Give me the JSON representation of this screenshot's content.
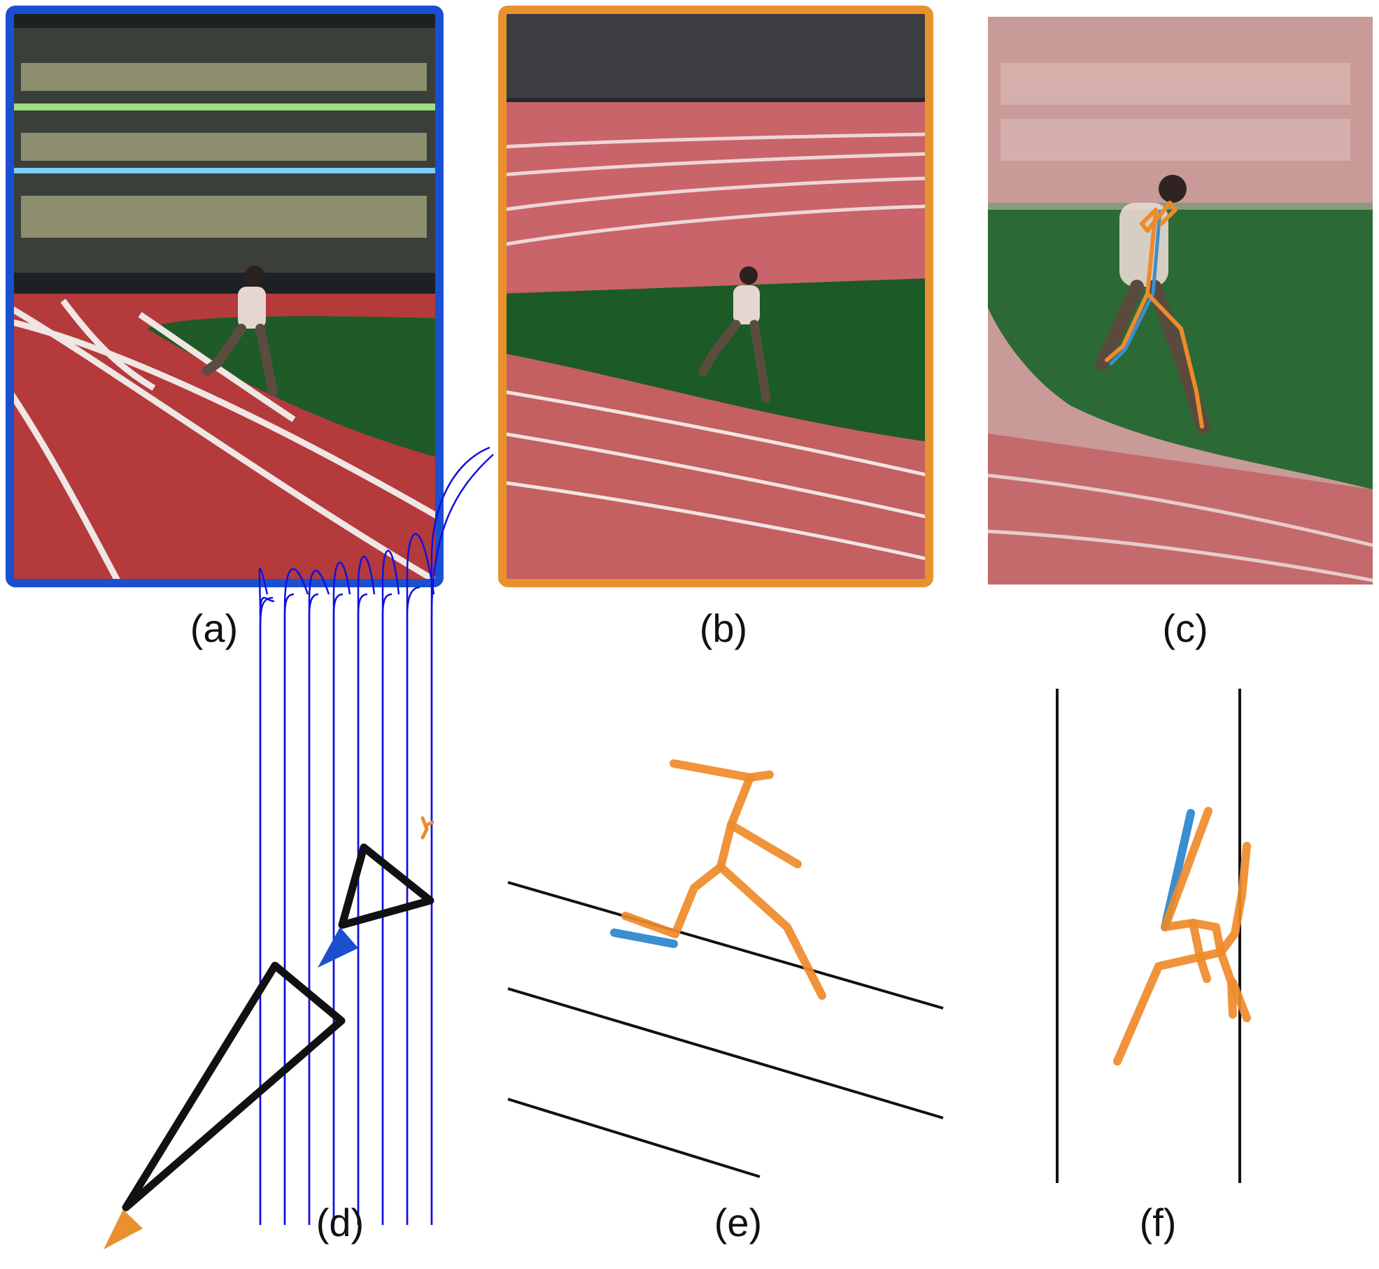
{
  "figure": {
    "panels": [
      {
        "id": "a",
        "label": "(a)"
      },
      {
        "id": "b",
        "label": "(b)"
      },
      {
        "id": "c",
        "label": "(c)"
      },
      {
        "id": "d",
        "label": "(d)"
      },
      {
        "id": "e",
        "label": "(e)"
      },
      {
        "id": "f",
        "label": "(f)"
      }
    ]
  },
  "colors": {
    "camera_a": "#1a4fcf",
    "camera_b": "#e8912e",
    "skeleton_pred": "#ef8a2a",
    "skeleton_gt": "#3b8fd0",
    "lane_lines_top_view": "#1010e0",
    "track": "#b5393d",
    "grass": "#1c5a28",
    "stands": "#2a2d2e"
  },
  "icons": {
    "camera_frustum": "triangle-outline-icon",
    "camera_marker": "triangle-filled-icon"
  }
}
